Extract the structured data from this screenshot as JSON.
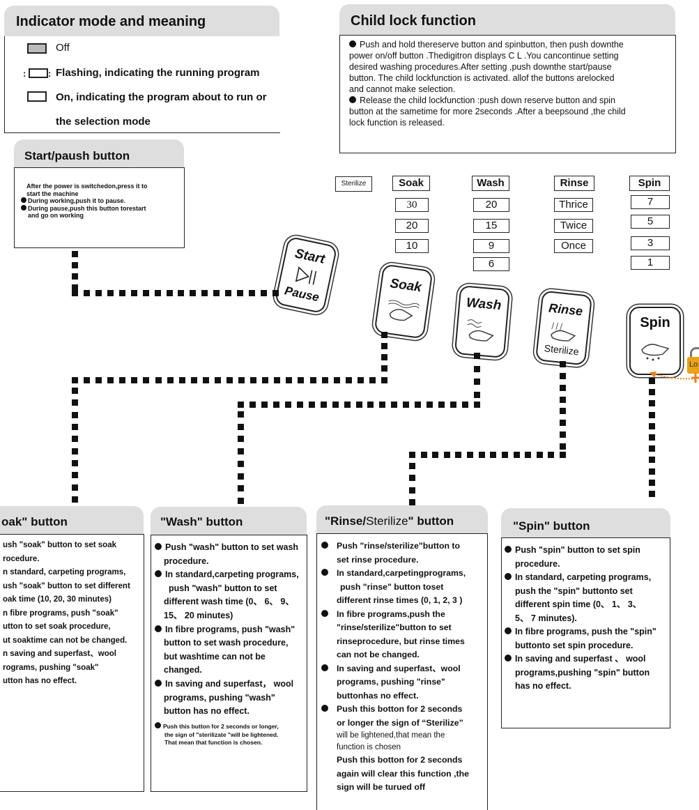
{
  "indicator": {
    "title": "Indicator mode and meaning",
    "items": [
      {
        "label": "Off"
      },
      {
        "label": "Flashing, indicating the running program"
      },
      {
        "label": "On, indicating the program about to run or"
      },
      {
        "label": "the selection mode"
      }
    ]
  },
  "child_lock": {
    "title": "Child lock function",
    "lines": [
      "Push and  hold  thereserve  button and spinbutton, then push downthe",
      "power on/off button .Thedigitron displays  C L .You cancontinue setting",
      "desired washing procedures.After setting ,push downthe start/pause",
      "button. The child lockfunction is activated. allof the buttons arelocked",
      "and cannot make selection.",
      "Release  the child lockfunction :push down reserve button and spin",
      "button at the sametime for more 2seconds .After a beepsound ,the child",
      "lock function is released."
    ]
  },
  "start_pause": {
    "title": "Start/paush button",
    "lines": [
      "After the power is switchedon,press it to",
      "start the machine",
      "During working,push it to pause.",
      "During pause,push this button torestart",
      "and go on working"
    ]
  },
  "table": {
    "sterilize_label": "Sterilize",
    "headers": [
      "Soak",
      "Wash",
      "Rinse",
      "Spin"
    ],
    "soak": [
      "30",
      "20",
      "10"
    ],
    "wash": [
      "20",
      "15",
      "9",
      "6"
    ],
    "rinse": [
      "Thrice",
      "Twice",
      "Once"
    ],
    "spin": [
      "7",
      "5",
      "3",
      "1"
    ]
  },
  "panel_buttons": {
    "start_top": "Start",
    "start_bottom": "Pause",
    "soak": "Soak",
    "wash": "Wash",
    "rinse": "Rinse",
    "rinse_sub": "Sterilize",
    "spin": "Spin",
    "lock": "Lo"
  },
  "soak_section": {
    "title": "oak\" button",
    "lines": [
      "ush \"soak\" button to set soak",
      "rocedure.",
      "n standard, carpeting programs,",
      "ush \"soak\" button to set different",
      "oak time (10, 20, 30 minutes)",
      "n fibre programs, push \"soak\"",
      "utton to set soak procedure,",
      "ut soaktime can not be changed.",
      "n saving and superfast、wool",
      "rograms, pushing \"soak\"",
      "utton has no effect."
    ]
  },
  "wash_section": {
    "title": "\"Wash\" button",
    "lines": [
      "Push \"wash\" button to set wash",
      "procedure.",
      "In standard,carpeting programs,",
      "push \"wash\" button to set",
      "different wash time (0、 6、 9、",
      "15、 20 minutes)",
      "In fibre programs, push \"wash\"",
      "button to set wash procedure,",
      "but washtime can not be",
      "changed.",
      "In saving and superfast， wool",
      "programs, pushing \"wash\"",
      "button has no effect."
    ],
    "small_lines": [
      "Push this button for 2 seconds or longer,",
      "the sign of  \"sterilizate \"will be lightened.",
      "That mean that function is chosen."
    ]
  },
  "rinse_section": {
    "title_a": "\"Rinse/",
    "title_b": "Sterilize",
    "title_c": "\" button",
    "lines": [
      "Push \"rinse/sterilize\"button to",
      "set rinse procedure.",
      "In standard,carpetingprograms,",
      "push \"rinse\" button toset",
      "different rinse times (0, 1, 2, 3 )",
      "In fibre programs,push the",
      "\"rinse/sterilize\"button to set",
      "rinseprocedure, but rinse times",
      "can not be changed.",
      "In saving and superfast、wool",
      "programs, pushing \"rinse\"",
      "buttonhas no effect.",
      "Push this botton for 2 seconds",
      "or longer the  sign of  “Sterilize”",
      "will be lightened,that mean the",
      "function is chosen",
      "Push this botton for 2 seconds",
      "again will clear this function ,the",
      "sign will be turued off"
    ]
  },
  "spin_section": {
    "title": "\"Spin\" button",
    "lines": [
      "Push \"spin\" button to set spin",
      "procedure.",
      "In standard, carpeting programs,",
      "push  the \"spin\" buttonto set",
      "different spin time (0、 1、 3、",
      "5、 7 minutes).",
      "In fibre programs, push the \"spin\"",
      "buttonto set spin procedure.",
      "In saving and superfast 、 wool",
      "programs,pushing \"spin\" button",
      "has no effect."
    ]
  },
  "colors": {
    "tab": "#dedede",
    "ink": "#111111",
    "lock": "#e8a317",
    "arrow": "#e8821e"
  }
}
